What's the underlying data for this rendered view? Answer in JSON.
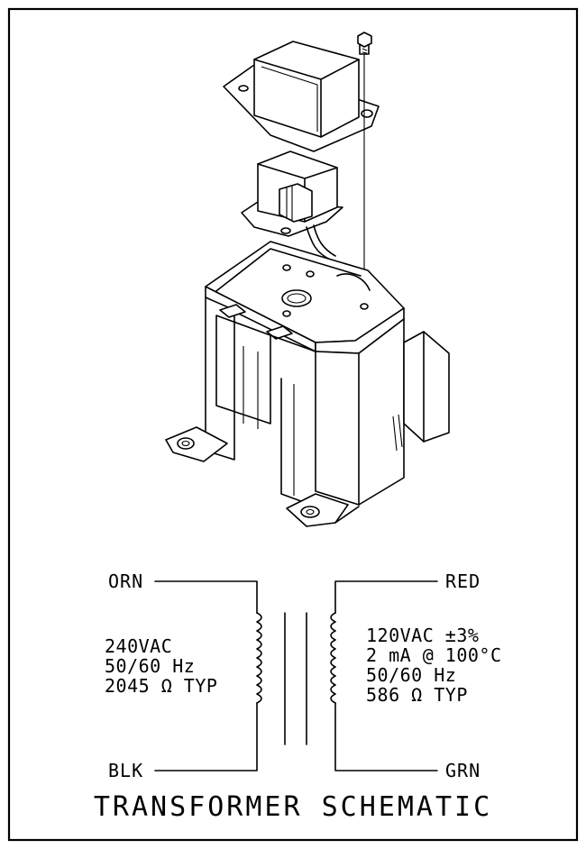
{
  "schematic": {
    "primary": {
      "top_wire": "ORN",
      "bottom_wire": "BLK",
      "spec_lines": [
        "240VAC",
        "50/60 Hz",
        "2045 Ω  TYP"
      ]
    },
    "secondary": {
      "top_wire": "RED",
      "bottom_wire": "GRN",
      "spec_lines": [
        "120VAC ±3%",
        "2 mA @ 100°C",
        "50/60 Hz",
        "586 Ω  TYP"
      ]
    },
    "title": "TRANSFORMER SCHEMATIC"
  }
}
